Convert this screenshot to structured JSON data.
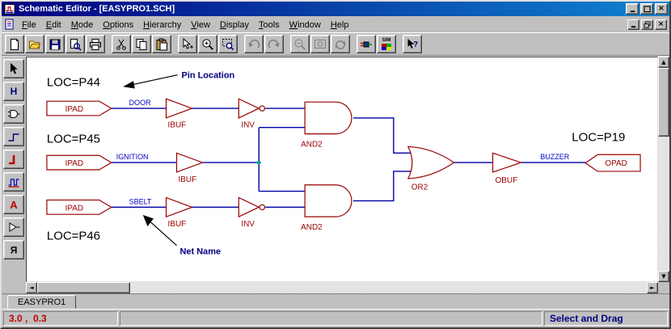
{
  "window": {
    "title": "Schematic Editor - [EASYPRO1.SCH]"
  },
  "menubar": {
    "items": [
      "File",
      "Edit",
      "Mode",
      "Options",
      "Hierarchy",
      "View",
      "Display",
      "Tools",
      "Window",
      "Help"
    ]
  },
  "toolbar": {
    "sim_label": "SIM"
  },
  "icons": {
    "minimize": "_",
    "close": "×",
    "up_arrow": "▲",
    "down_arrow": "▼",
    "left_arrow": "◄",
    "right_arrow": "►",
    "hierarchy_glyph": "H",
    "annotate_glyph": "A",
    "attributes_glyph": "Я",
    "help_glyph": "?"
  },
  "schematic": {
    "loc_p44": "LOC=P44",
    "loc_p45": "LOC=P45",
    "loc_p46": "LOC=P46",
    "loc_p19": "LOC=P19",
    "pin_location_note": "Pin Location",
    "net_name_note": "Net Name",
    "net_door": "DOOR",
    "net_ignition": "IGNITION",
    "net_sbelt": "SBELT",
    "net_buzzer": "BUZZER",
    "sym_ipad": "IPAD",
    "sym_ibuf": "IBUF",
    "sym_inv": "INV",
    "sym_and2": "AND2",
    "sym_or2": "OR2",
    "sym_obuf": "OBUF",
    "sym_opad": "OPAD"
  },
  "sheet_tab": {
    "label": "EASYPRO1"
  },
  "statusbar": {
    "coordinates": "3.0 ,  0.3",
    "hint": "Select and Drag"
  },
  "colors": {
    "titlebar_start": "#000080",
    "titlebar_end": "#1084d0",
    "chrome": "#c0c0c0",
    "wire": "#0000A8",
    "symbol_outline": "#990000",
    "net_label": "#0000C8",
    "annotation": "#000080",
    "junction": "#00A8A8",
    "coordinates_text": "#C00000"
  }
}
